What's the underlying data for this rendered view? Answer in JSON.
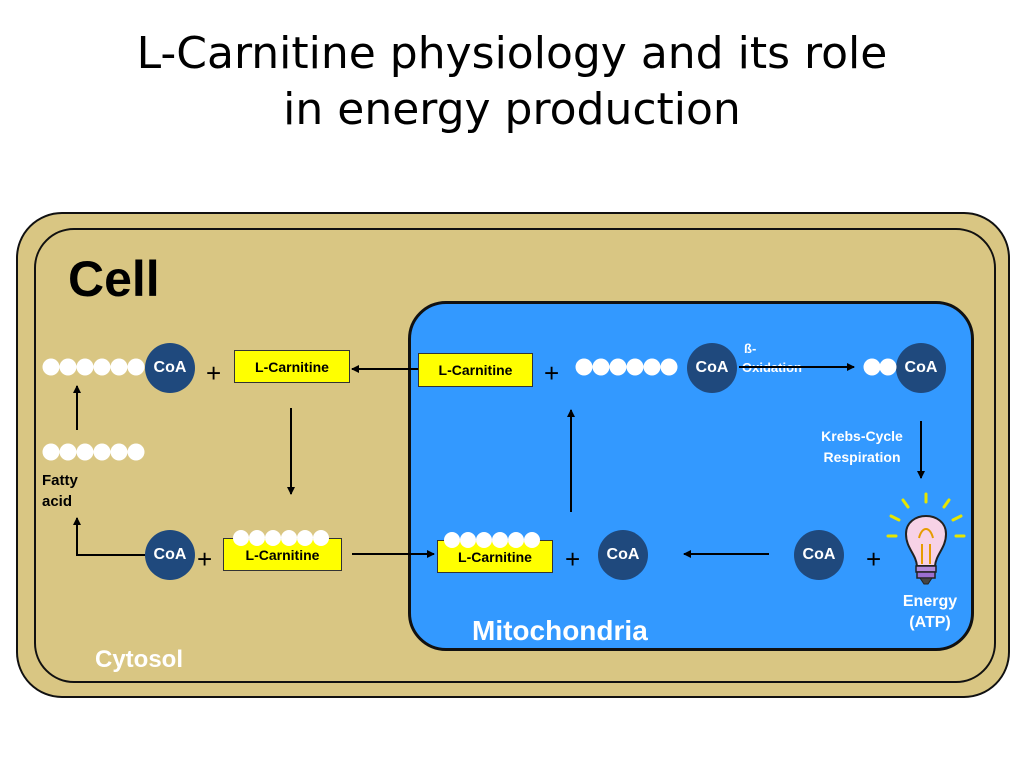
{
  "title": {
    "line1": "L-Carnitine physiology and its role",
    "line2": "in energy production"
  },
  "labels": {
    "cell": "Cell",
    "cytosol": "Cytosol",
    "mitochondria": "Mitochondria",
    "fatty_acid_line1": "Fatty",
    "fatty_acid_line2": "acid",
    "beta_oxidation_line1": "ß-",
    "beta_oxidation_line2": "Oxidation",
    "krebs_line1": "Krebs-Cycle",
    "krebs_line2": "Respiration",
    "energy_line1": "Energy",
    "energy_line2": "(ATP)",
    "coa": "CoA",
    "l_carnitine": "L-Carnitine",
    "plus": "+"
  },
  "colors": {
    "cell_fill": "#d9c683",
    "mitochondria_fill": "#3399ff",
    "coa_fill": "#1f497d",
    "l_carnitine_fill": "#ffff00",
    "beads": "#ffffff",
    "white_text": "#ffffff",
    "black_text": "#000000"
  },
  "icons": [
    "light-bulb-icon"
  ]
}
